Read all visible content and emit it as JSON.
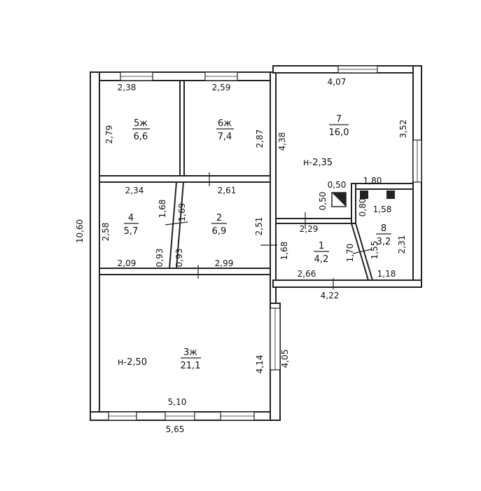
{
  "rooms": [
    {
      "id": "room-1",
      "number": "1",
      "area": "4,2"
    },
    {
      "id": "room-2",
      "number": "2",
      "area": "6,9"
    },
    {
      "id": "room-3",
      "number": "3ж",
      "area": "21,1"
    },
    {
      "id": "room-4",
      "number": "4",
      "area": "5,7"
    },
    {
      "id": "room-5",
      "number": "5ж",
      "area": "6,6"
    },
    {
      "id": "room-6",
      "number": "6ж",
      "area": "7,4"
    },
    {
      "id": "room-7",
      "number": "7",
      "area": "16,0"
    },
    {
      "id": "room-8",
      "number": "8",
      "area": "3,2"
    }
  ],
  "height_marks": {
    "room_7": "н-2,35",
    "room_3": "н-2,50"
  },
  "dimensions": {
    "d_2_38": "2,38",
    "d_2_59": "2,59",
    "d_4_07": "4,07",
    "d_2_79": "2,79",
    "d_2_87": "2,87",
    "d_4_38": "4,38",
    "d_3_52": "3,52",
    "d_2_34": "2,34",
    "d_2_61": "2,61",
    "d_0_50_h": "0,50",
    "d_0_50_v": "0,50",
    "d_1_80": "1,80",
    "d_1_68_a": "1,68",
    "d_1_69": "1,69",
    "d_0_80": "0,80",
    "d_1_58": "1,58",
    "d_2_58": "2,58",
    "d_2_51": "2,51",
    "d_2_29": "2,29",
    "d_2_31": "2,31",
    "d_10_60": "10,60",
    "d_1_68_b": "1,68",
    "d_1_70": "1,70",
    "d_1_55": "1,55",
    "d_0_93_a": "0,93",
    "d_0_93_b": "0,93",
    "d_2_09": "2,09",
    "d_2_99": "2,99",
    "d_2_66": "2,66",
    "d_1_18": "1,18",
    "d_4_22": "4,22",
    "d_4_14": "4,14",
    "d_4_05": "4,05",
    "d_5_10": "5,10",
    "d_5_65": "5,65"
  }
}
